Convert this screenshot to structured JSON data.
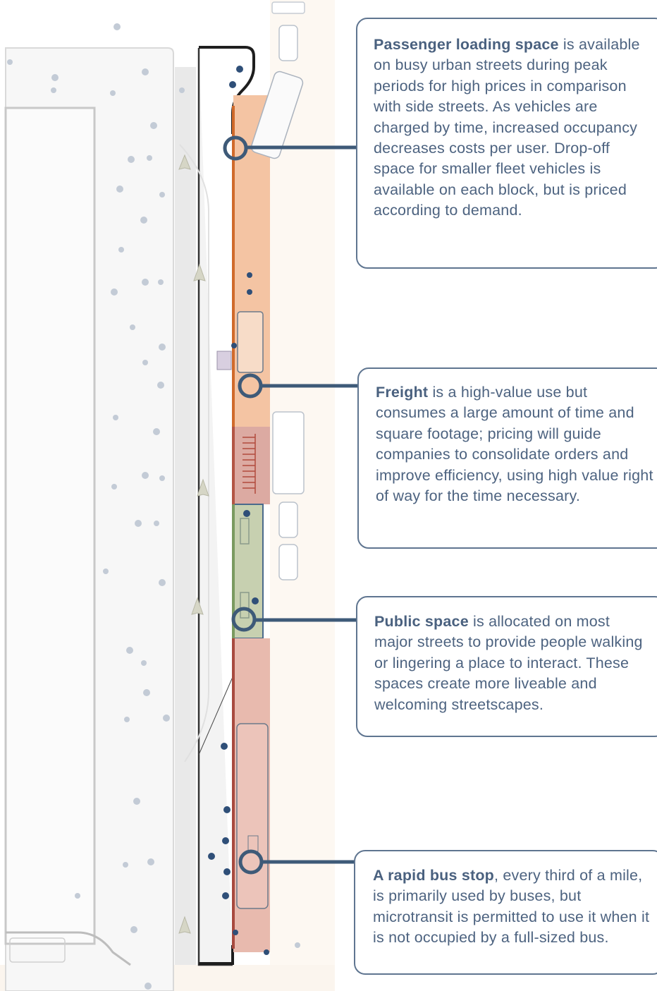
{
  "colors": {
    "ink": "#4d6380",
    "connector": "#3e5a78",
    "passenger_zone": "#f4c3a2",
    "passenger_curb": "#d26a2c",
    "freight_zone": "#dca8a0",
    "public_zone": "#c5cfae",
    "public_curb": "#7d9a63",
    "bus_zone": "#e6b8ae",
    "bus_curb": "#a84a3f",
    "sidewalk": "#ececec",
    "block": "#f6f6f6",
    "tree": "#c4ccd6",
    "pedestrian": "#2f4f78"
  },
  "callouts": {
    "passenger": {
      "title": "Passenger loading space",
      "body": " is available on busy urban streets during peak periods for high prices in comparison with side streets. As vehicles are charged by time, increased occupancy decreases costs per user. Drop-off space for smaller fleet vehicles is available on each block, but is priced according to demand."
    },
    "freight": {
      "title": "Freight",
      "body": " is a high-value use but consumes a large amount of time and square footage; pricing will guide companies to consolidate orders and improve efficiency, using high value right of way for the time necessary."
    },
    "public": {
      "title": "Public space",
      "body": " is allocated on most major streets to provide people walking or lingering a place to interact. These spaces create more liveable and welcoming streetscapes."
    },
    "bus": {
      "title": "A rapid bus stop",
      "body": ", every third of a mile, is primarily used by buses, but microtransit is permitted to use it when it is not occupied by a full-sized bus."
    }
  }
}
